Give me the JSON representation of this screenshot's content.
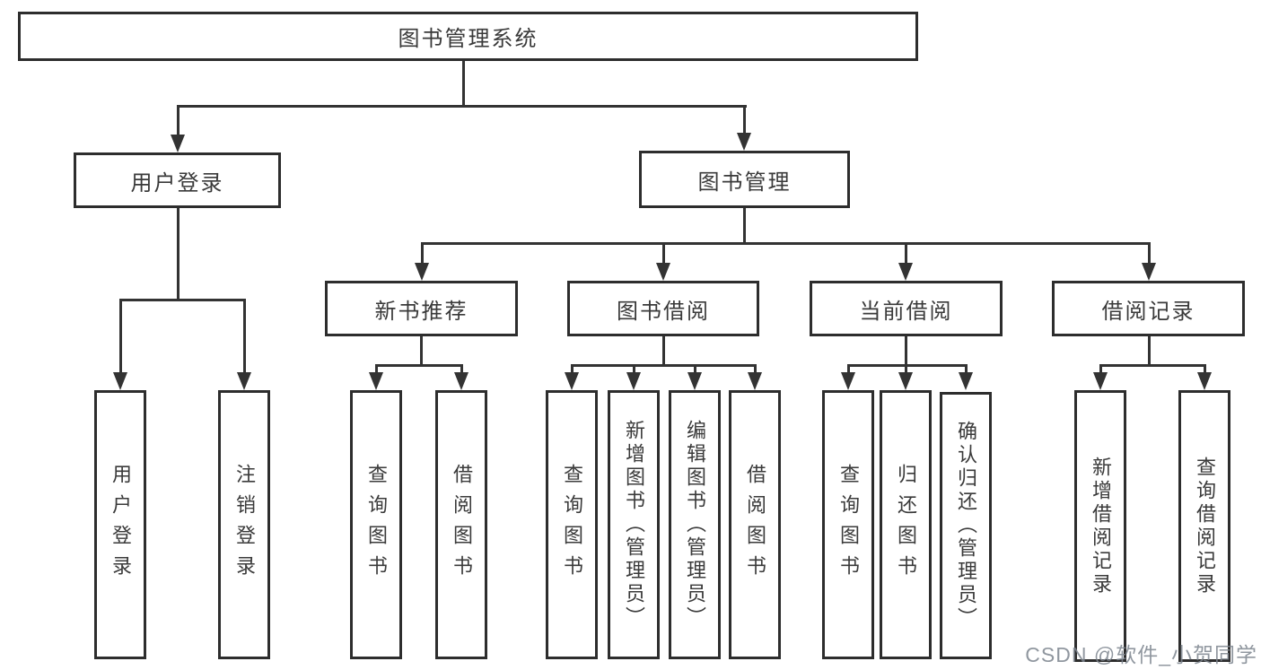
{
  "tree": {
    "label": "图书管理系统",
    "children": [
      {
        "label": "用户登录",
        "children": [
          {
            "label": "用户登录"
          },
          {
            "label": "注销登录"
          }
        ]
      },
      {
        "label": "图书管理",
        "children": [
          {
            "label": "新书推荐",
            "children": [
              {
                "label": "查询图书"
              },
              {
                "label": "借阅图书"
              }
            ]
          },
          {
            "label": "图书借阅",
            "children": [
              {
                "label": "查询图书"
              },
              {
                "label": "新增图书（管理员）"
              },
              {
                "label": "编辑图书（管理员）"
              },
              {
                "label": "借阅图书"
              }
            ]
          },
          {
            "label": "当前借阅",
            "children": [
              {
                "label": "查询图书"
              },
              {
                "label": "归还图书"
              },
              {
                "label": "确认归还（管理员）"
              }
            ]
          },
          {
            "label": "借阅记录",
            "children": [
              {
                "label": "新增借阅记录"
              },
              {
                "label": "查询借阅记录"
              }
            ]
          }
        ]
      }
    ]
  },
  "watermark": "CSDN @软件_小贺同学",
  "colors": {
    "line": "#333333",
    "text": "#3a3a3a",
    "watermark": "#7d858f"
  }
}
